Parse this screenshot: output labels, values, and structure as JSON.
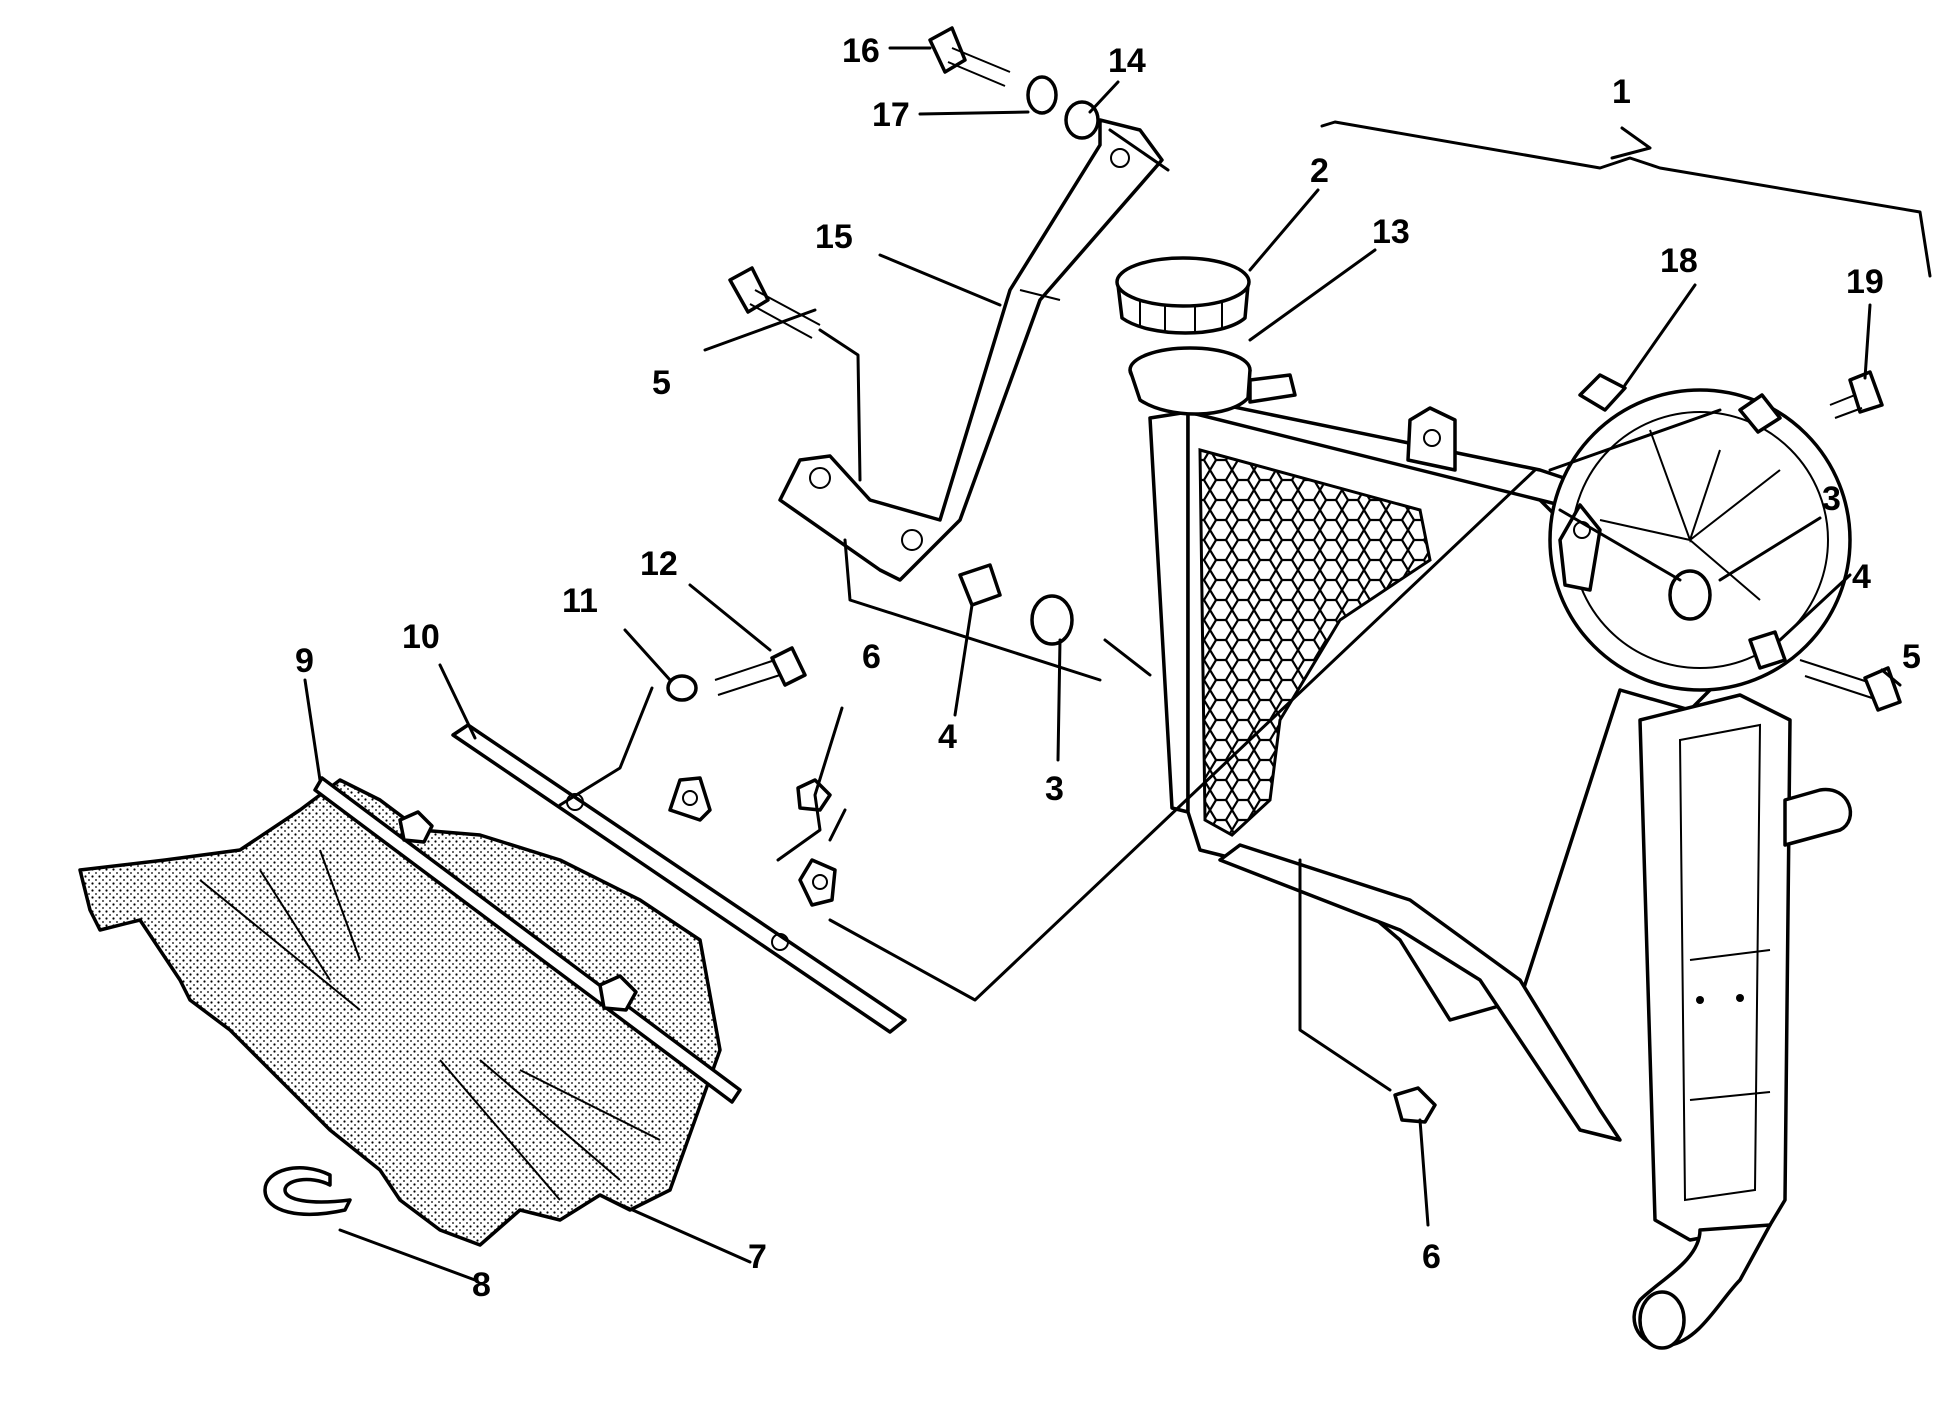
{
  "diagram": {
    "labels": {
      "l1": "1",
      "l2": "2",
      "l3a": "3",
      "l3b": "3",
      "l4a": "4",
      "l4b": "4",
      "l5a": "5",
      "l5b": "5",
      "l6a": "6",
      "l6b": "6",
      "l7": "7",
      "l8": "8",
      "l9": "9",
      "l10": "10",
      "l11": "11",
      "l12": "12",
      "l13": "13",
      "l14": "14",
      "l15": "15",
      "l16": "16",
      "l17": "17",
      "l18": "18",
      "l19": "19"
    }
  }
}
